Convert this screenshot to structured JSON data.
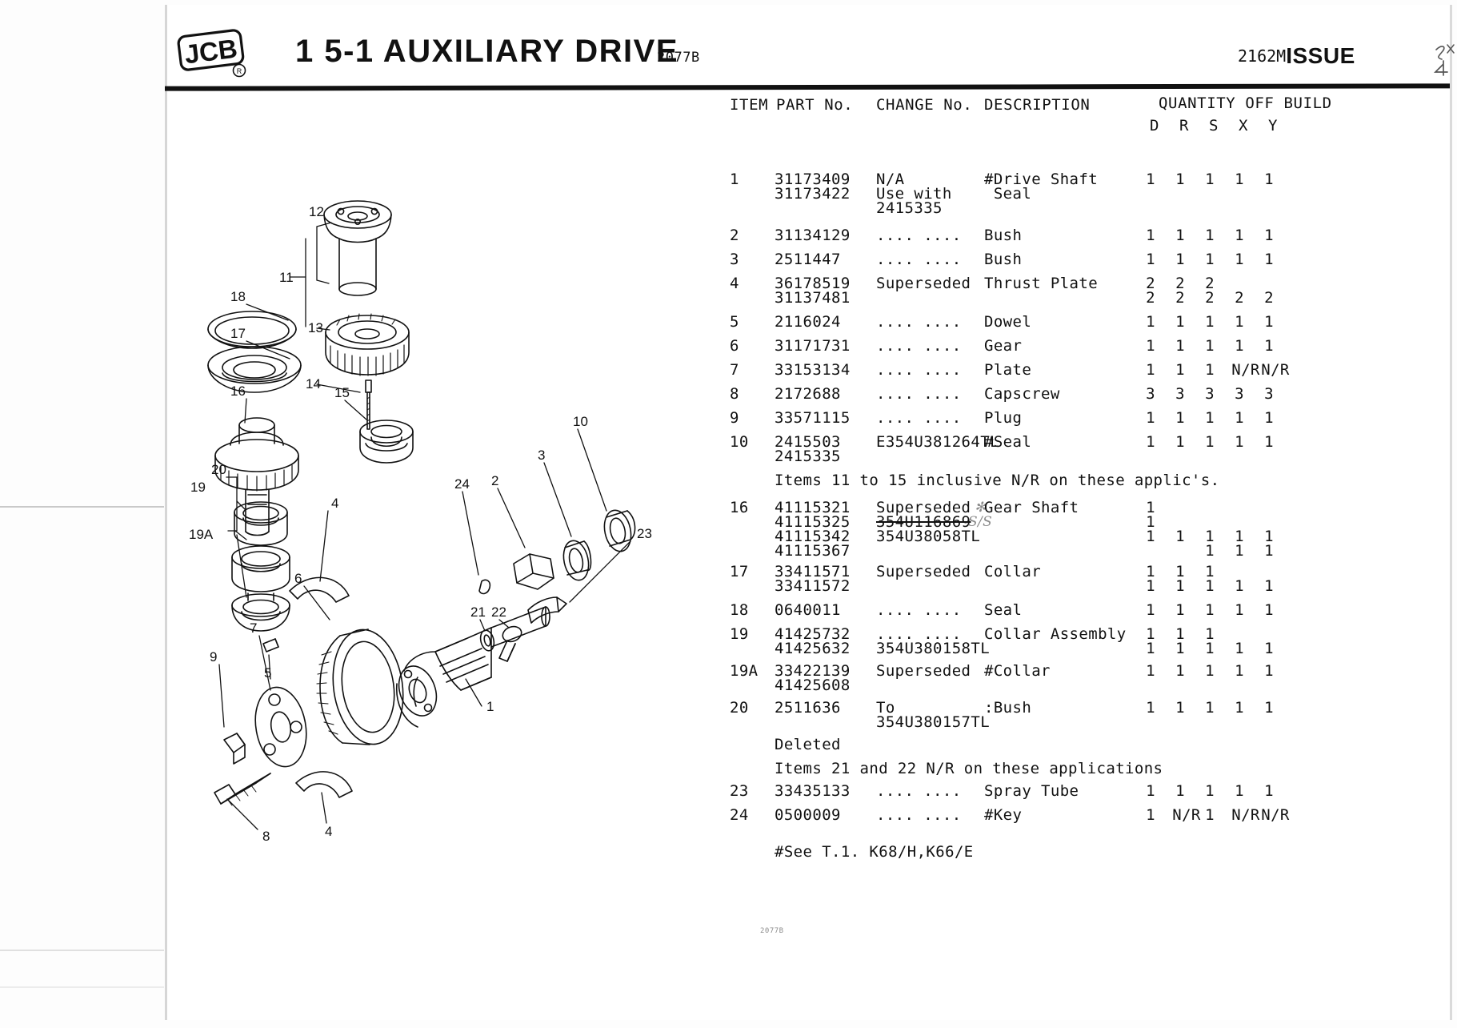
{
  "header": {
    "logo_alt": "JCB",
    "title": "1 5-1 AUXILIARY DRIVE",
    "figure_ref": "2077B",
    "issue_code": "2162M",
    "issue_word": "ISSUE",
    "issue_hand_number": "4"
  },
  "table": {
    "columns": {
      "item": "ITEM",
      "part_no": "PART No.",
      "change_no": "CHANGE No.",
      "description": "DESCRIPTION",
      "quantity_group": "QUANTITY OFF BUILD"
    },
    "quantity_columns": [
      "D",
      "R",
      "S",
      "X",
      "Y"
    ],
    "rows": [
      {
        "item": "1",
        "part_no": "31173409",
        "change_no": "N/A",
        "description": "#Drive Shaft",
        "qty": [
          "1",
          "1",
          "1",
          "1",
          "1"
        ]
      },
      {
        "item": "",
        "part_no": "31173422",
        "change_no": "Use with",
        "description": " Seal",
        "qty": [
          "",
          "",
          "",
          "",
          ""
        ]
      },
      {
        "item": "",
        "part_no": "",
        "change_no": "2415335",
        "description": "",
        "qty": [
          "",
          "",
          "",
          "",
          ""
        ]
      },
      {
        "item": "2",
        "part_no": "31134129",
        "change_no": ".... ....",
        "description": "Bush",
        "qty": [
          "1",
          "1",
          "1",
          "1",
          "1"
        ]
      },
      {
        "item": "3",
        "part_no": "2511447",
        "change_no": ".... ....",
        "description": "Bush",
        "qty": [
          "1",
          "1",
          "1",
          "1",
          "1"
        ]
      },
      {
        "item": "4",
        "part_no": "36178519",
        "change_no": "Superseded",
        "description": "Thrust Plate",
        "qty": [
          "2",
          "2",
          "2",
          "",
          ""
        ]
      },
      {
        "item": "",
        "part_no": "31137481",
        "change_no": "",
        "description": "",
        "qty": [
          "2",
          "2",
          "2",
          "2",
          "2"
        ]
      },
      {
        "item": "5",
        "part_no": "2116024",
        "change_no": ".... ....",
        "description": "Dowel",
        "qty": [
          "1",
          "1",
          "1",
          "1",
          "1"
        ]
      },
      {
        "item": "6",
        "part_no": "31171731",
        "change_no": ".... ....",
        "description": "Gear",
        "qty": [
          "1",
          "1",
          "1",
          "1",
          "1"
        ]
      },
      {
        "item": "7",
        "part_no": "33153134",
        "change_no": ".... ....",
        "description": "Plate",
        "qty": [
          "1",
          "1",
          "1",
          "N/R",
          "N/R"
        ]
      },
      {
        "item": "8",
        "part_no": "2172688",
        "change_no": ".... ....",
        "description": "Capscrew",
        "qty": [
          "3",
          "3",
          "3",
          "3",
          "3"
        ]
      },
      {
        "item": "9",
        "part_no": "33571115",
        "change_no": ".... ....",
        "description": "Plug",
        "qty": [
          "1",
          "1",
          "1",
          "1",
          "1"
        ]
      },
      {
        "item": "10",
        "part_no": "2415503",
        "change_no": "E354U381264TL",
        "description": "#Seal",
        "qty": [
          "1",
          "1",
          "1",
          "1",
          "1"
        ]
      },
      {
        "item": "",
        "part_no": "2415335",
        "change_no": "",
        "description": "",
        "qty": [
          "",
          "",
          "",
          "",
          ""
        ]
      },
      {
        "item": "",
        "note": "Items 11 to 15 inclusive N/R on these applic's.",
        "qty": [
          "",
          "",
          "",
          "",
          ""
        ]
      },
      {
        "item": "16",
        "part_no": "41115321",
        "change_no": "Superseded",
        "description": "Gear Shaft",
        "hand_mark": "✻",
        "qty": [
          "1",
          "",
          "",
          "",
          ""
        ]
      },
      {
        "item": "",
        "part_no": "41115325",
        "change_no": "354U116869",
        "change_struck": true,
        "hand_note": "S/S",
        "description": "",
        "qty": [
          "1",
          "",
          "",
          "",
          ""
        ]
      },
      {
        "item": "",
        "part_no": "41115342",
        "change_no": "354U38058TL",
        "description": "",
        "qty": [
          "1",
          "1",
          "1",
          "1",
          "1"
        ]
      },
      {
        "item": "",
        "part_no": "41115367",
        "change_no": "",
        "description": "",
        "qty": [
          "",
          "",
          "1",
          "1",
          "1"
        ]
      },
      {
        "item": "17",
        "part_no": "33411571",
        "change_no": "Superseded",
        "description": "Collar",
        "qty": [
          "1",
          "1",
          "1",
          "",
          ""
        ]
      },
      {
        "item": "",
        "part_no": "33411572",
        "change_no": "",
        "description": "",
        "qty": [
          "1",
          "1",
          "1",
          "1",
          "1"
        ]
      },
      {
        "item": "18",
        "part_no": "0640011",
        "change_no": ".... ....",
        "description": "Seal",
        "qty": [
          "1",
          "1",
          "1",
          "1",
          "1"
        ]
      },
      {
        "item": "19",
        "part_no": "41425732",
        "change_no": ".... ....",
        "description": "Collar Assembly",
        "qty": [
          "1",
          "1",
          "1",
          "",
          ""
        ]
      },
      {
        "item": "",
        "part_no": "41425632",
        "change_no": "354U380158TL",
        "description": "",
        "qty": [
          "1",
          "1",
          "1",
          "1",
          "1"
        ]
      },
      {
        "item": "19A",
        "part_no": "33422139",
        "change_no": "Superseded",
        "description": "#Collar",
        "qty": [
          "1",
          "1",
          "1",
          "1",
          "1"
        ]
      },
      {
        "item": "",
        "part_no": "41425608",
        "change_no": "",
        "description": "",
        "qty": [
          "",
          "",
          "",
          "",
          ""
        ]
      },
      {
        "item": "20",
        "part_no": "2511636",
        "change_no": "To",
        "description": ":Bush",
        "qty": [
          "1",
          "1",
          "1",
          "1",
          "1"
        ]
      },
      {
        "item": "",
        "part_no": "",
        "change_no": "354U380157TL",
        "description": "",
        "qty": [
          "",
          "",
          "",
          "",
          ""
        ]
      },
      {
        "item": "",
        "note": "Deleted",
        "qty": [
          "",
          "",
          "",
          "",
          ""
        ]
      },
      {
        "item": "",
        "note": "Items 21 and 22 N/R on these applications",
        "qty": [
          "",
          "",
          "",
          "",
          ""
        ]
      },
      {
        "item": "23",
        "part_no": "33435133",
        "change_no": ".... ....",
        "description": "Spray Tube",
        "qty": [
          "1",
          "1",
          "1",
          "1",
          "1"
        ]
      },
      {
        "item": "24",
        "part_no": "0500009",
        "change_no": ".... ....",
        "description": "#Key",
        "qty": [
          "1",
          "N/R",
          "1",
          "N/R",
          "N/R"
        ]
      }
    ],
    "footnote": "#See T.1. K68/H,K66/E"
  },
  "diagram": {
    "figure_code": "2077B",
    "callouts": [
      "1",
      "2",
      "3",
      "4",
      "4",
      "5",
      "6",
      "7",
      "8",
      "9",
      "10",
      "11",
      "12",
      "13",
      "14",
      "15",
      "16",
      "17",
      "18",
      "19",
      "19A",
      "20",
      "21",
      "22",
      "23",
      "24"
    ]
  }
}
